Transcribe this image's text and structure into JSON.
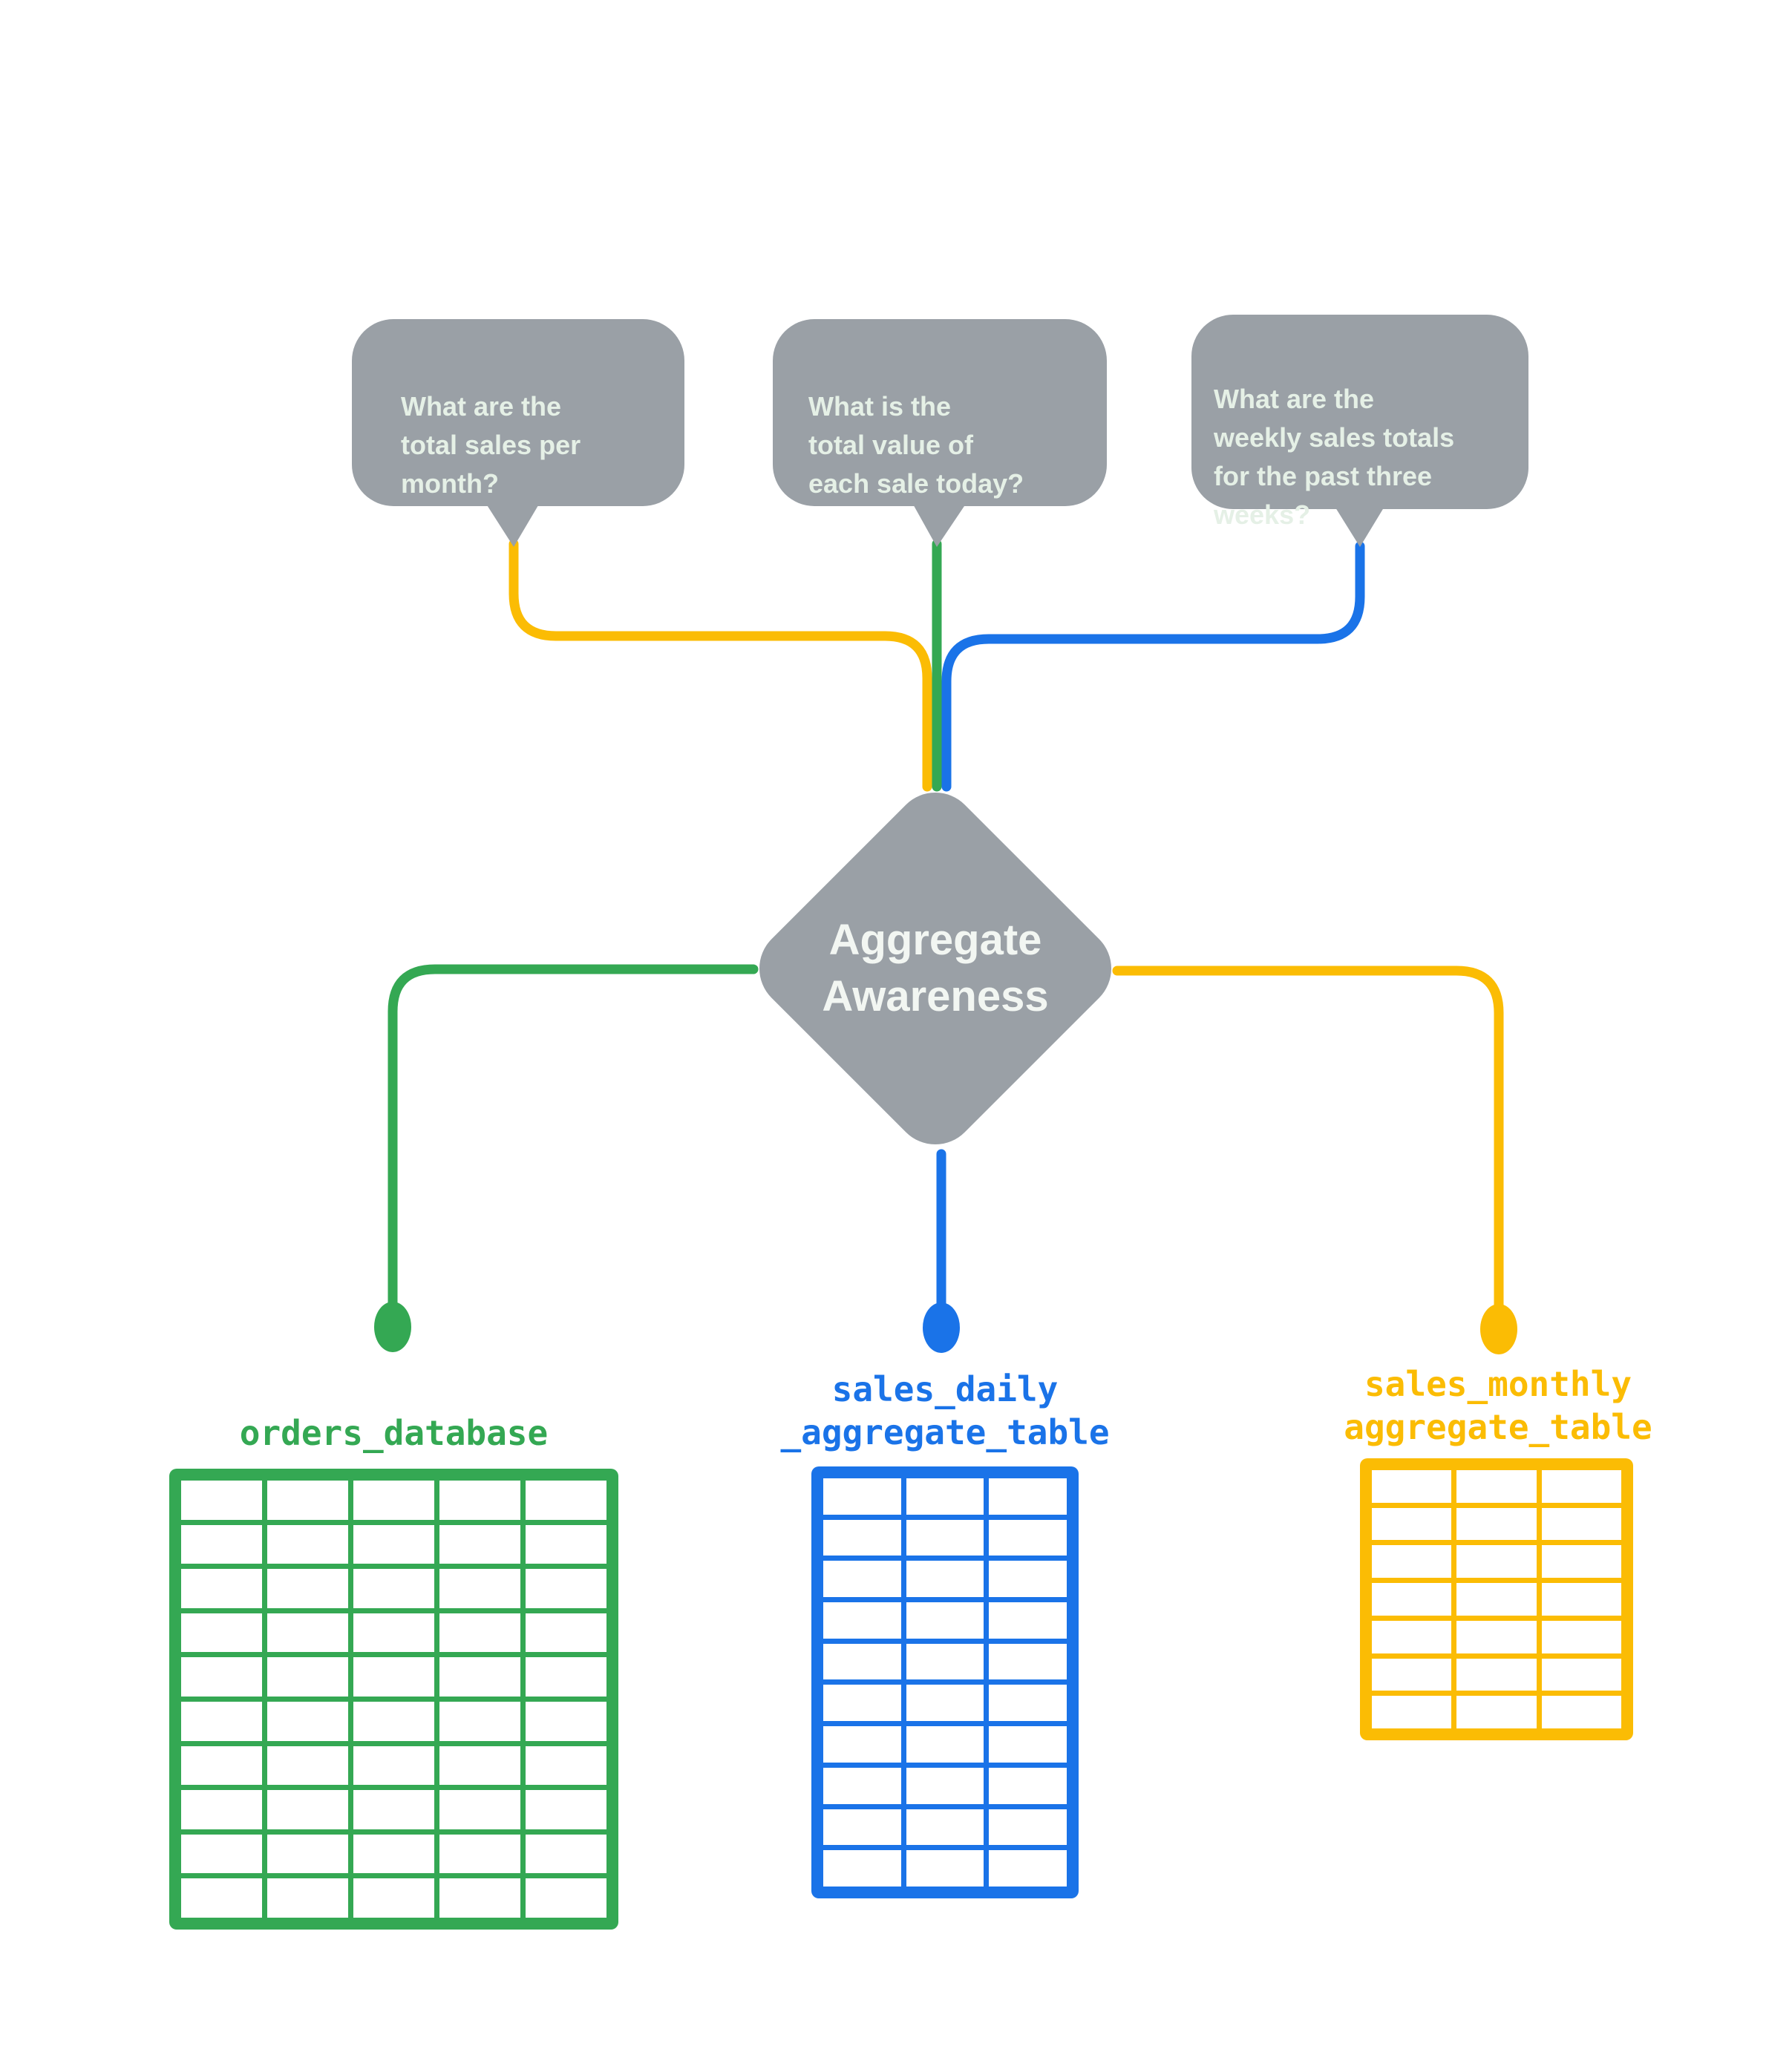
{
  "colors": {
    "background": "#FFFFFF",
    "gray": "#9AA0A6",
    "bubble_text": "#E5F0E6",
    "diamond_text": "#F2F6F2",
    "green": "#34A853",
    "yellow": "#FBBC04",
    "blue": "#1A73E8"
  },
  "bubbles": [
    {
      "text": "What are the\ntotal sales per\nmonth?",
      "connector_color": "yellow"
    },
    {
      "text": "What is the\ntotal value of\neach sale today?",
      "connector_color": "green"
    },
    {
      "text": "What are the\nweekly sales totals\nfor the past three\nweeks?",
      "connector_color": "blue"
    }
  ],
  "diamond": {
    "label": "Aggregate\nAwareness"
  },
  "tables": [
    {
      "name": "orders_database",
      "color": "green",
      "columns": 5,
      "rows": 10
    },
    {
      "name": "sales_daily\n_aggregate_table",
      "color": "blue",
      "columns": 3,
      "rows": 10
    },
    {
      "name": "sales_monthly\naggregate_table",
      "color": "yellow",
      "columns": 3,
      "rows": 7
    }
  ]
}
